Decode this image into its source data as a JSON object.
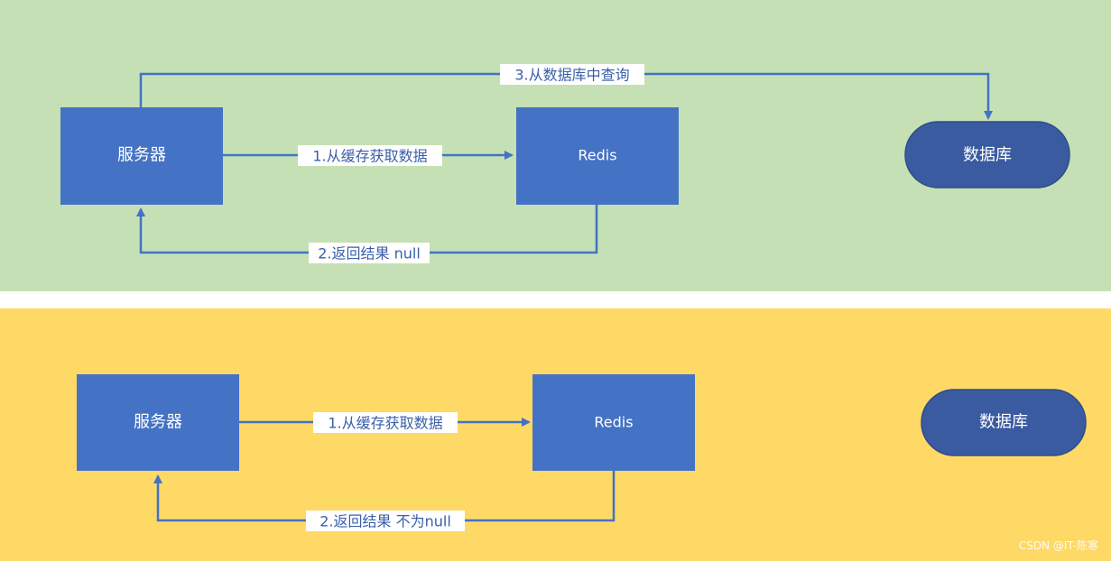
{
  "colors": {
    "top_background": "#c5e0b4",
    "bottom_background": "#ffd966",
    "box_fill": "#4472c4",
    "terminal_fill": "#3a5ba0",
    "arrow": "#4472c4",
    "label_text": "#3a5fa8"
  },
  "top": {
    "server": "服务器",
    "redis": "Redis",
    "database": "数据库",
    "edge_get_cache": "1.从缓存获取数据",
    "edge_return": "2.返回结果 null",
    "edge_query_db": "3.从数据库中查询"
  },
  "bottom": {
    "server": "服务器",
    "redis": "Redis",
    "database": "数据库",
    "edge_get_cache": "1.从缓存获取数据",
    "edge_return": "2.返回结果 不为null"
  },
  "watermark": "CSDN @IT-陈寒"
}
